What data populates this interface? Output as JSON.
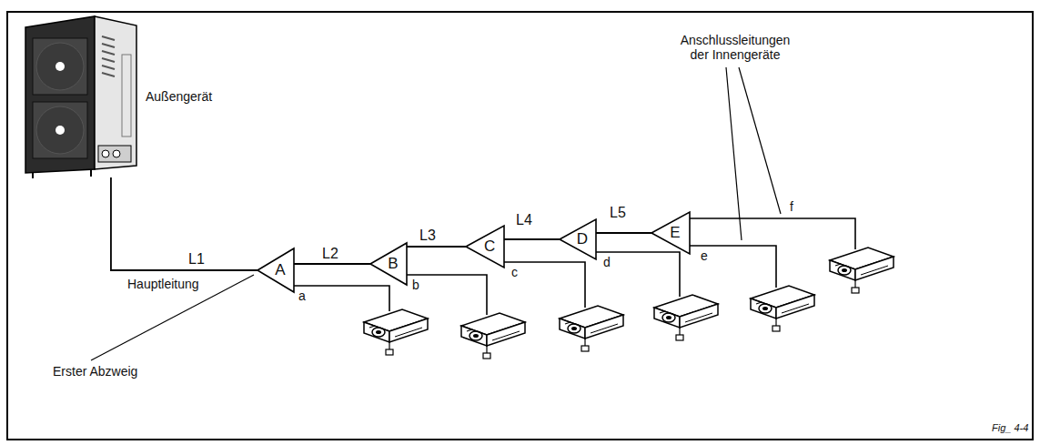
{
  "diagram": {
    "nodes": [
      {
        "text": [
          "Außengerät"
        ]
      },
      {
        "text": [
          "A"
        ]
      },
      {
        "text": [
          "B"
        ]
      },
      {
        "text": [
          "C"
        ]
      },
      {
        "text": [
          "D"
        ]
      },
      {
        "text": [
          "E"
        ]
      }
    ],
    "edges": [
      {
        "from": 0,
        "to": 1,
        "arrow": "none",
        "label": "L1"
      },
      {
        "from": 1,
        "to": 2,
        "arrow": "none",
        "label": "L2"
      },
      {
        "from": 2,
        "to": 3,
        "arrow": "none",
        "label": "L3"
      },
      {
        "from": 3,
        "to": 4,
        "arrow": "none",
        "label": "L4"
      },
      {
        "from": 4,
        "to": 5,
        "arrow": "none",
        "label": "L5"
      }
    ],
    "labels": [
      "Hauptleitung",
      "Erster Abzweig",
      "Anschlussleitungen der Innengeräte",
      "a",
      "b",
      "c",
      "d",
      "e",
      "f",
      "Fig_ 4-4"
    ]
  }
}
